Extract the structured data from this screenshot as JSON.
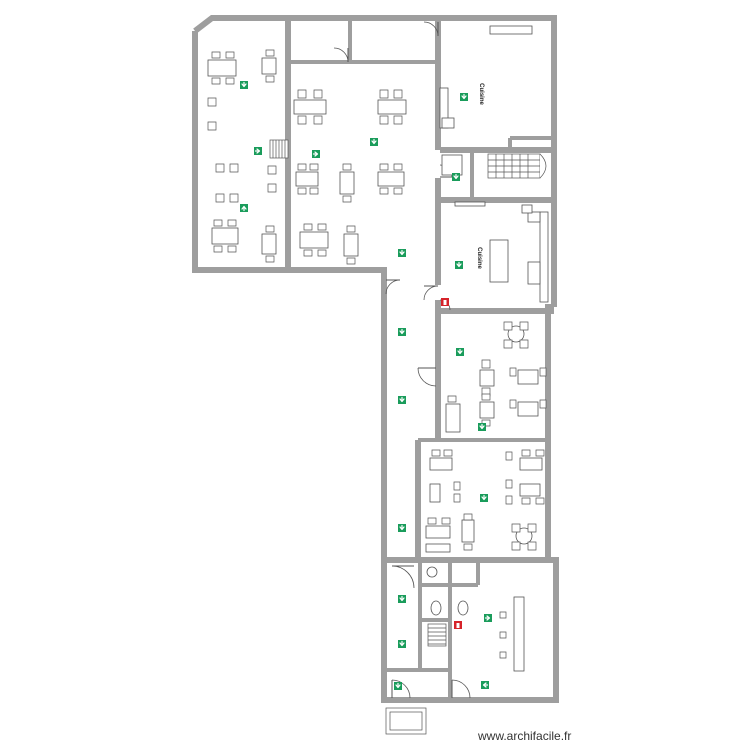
{
  "plan": {
    "rooms": [
      {
        "id": "kitchen-1",
        "label": "Cuisine"
      },
      {
        "id": "kitchen-2",
        "label": "Cuisine"
      }
    ],
    "exit_sign_color": "#1a9c5b",
    "extinguisher_color": "#d6232a",
    "wall_color": "#9e9e9e"
  },
  "watermark": {
    "text": "www.archifacile.fr"
  }
}
